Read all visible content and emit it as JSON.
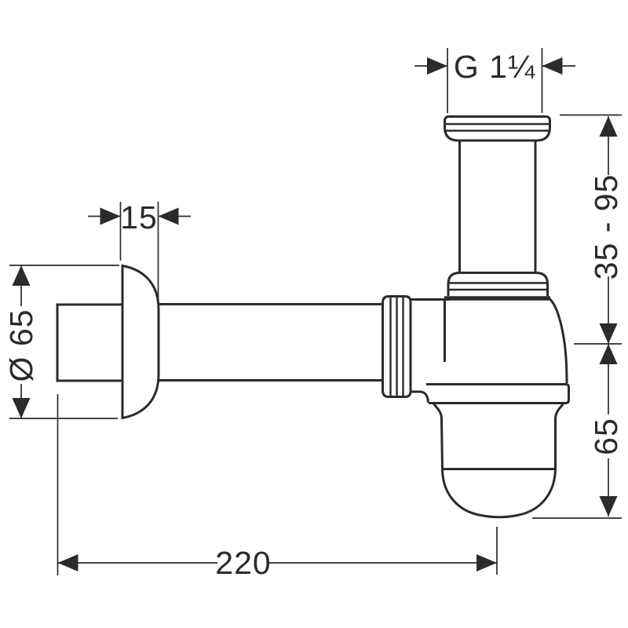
{
  "drawing": {
    "type": "technical-dimensional-drawing",
    "subject": "bottle-trap-siphon-side-view",
    "background_color": "#ffffff",
    "line_color": "#2b2b2b"
  },
  "labels": {
    "thread_size": "G 1¼",
    "wall_clearance": "15",
    "escutcheon_diameter": "Ø 65",
    "adjustable_height": "35 - 95",
    "cup_depth": "65",
    "overall_length": "220"
  }
}
